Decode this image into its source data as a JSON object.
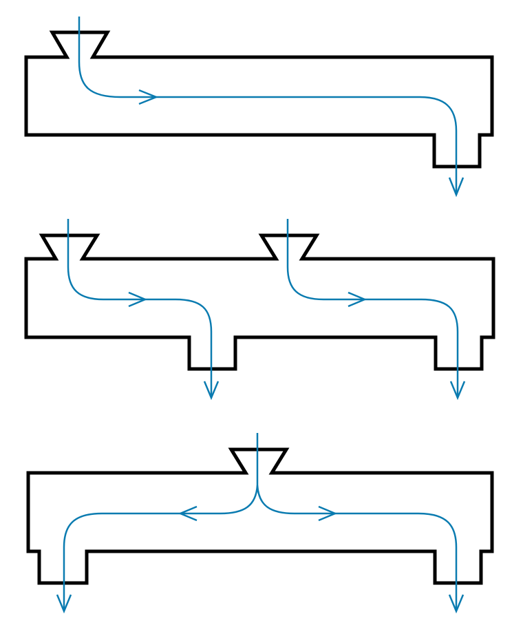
{
  "diagram": {
    "type": "flow-schematic",
    "colors": {
      "outline": "#000000",
      "flow": "#0a7bb0",
      "background": "#ffffff"
    },
    "panels": [
      {
        "id": "single-inlet-single-outlet",
        "inlets": 1,
        "outlets": 1,
        "flow_direction": [
          "right",
          "down"
        ]
      },
      {
        "id": "two-inlets-two-outlets",
        "inlets": 2,
        "outlets": 2,
        "flow_direction": [
          "right",
          "down"
        ]
      },
      {
        "id": "center-inlet-split-two-outlets",
        "inlets": 1,
        "outlets": 2,
        "flow_direction": [
          "left",
          "right",
          "down"
        ]
      }
    ]
  }
}
